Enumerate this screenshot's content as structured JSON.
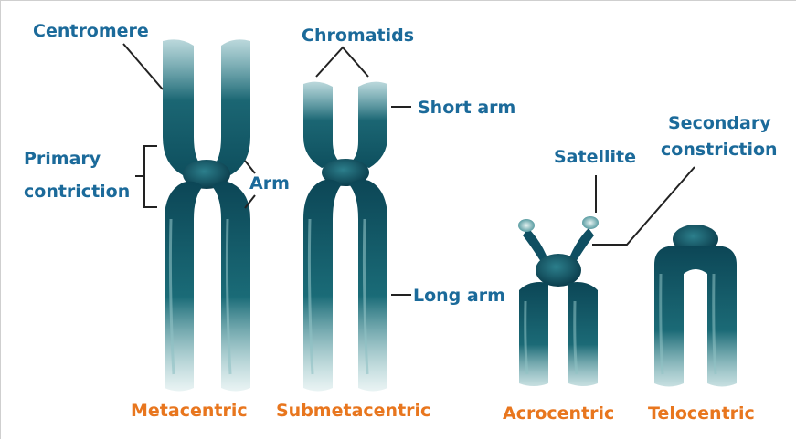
{
  "labels": {
    "centromere": "Centromere",
    "chromatids": "Chromatids",
    "short_arm": "Short arm",
    "primary_1": "Primary",
    "primary_2": "contriction",
    "arm": "Arm",
    "satellite": "Satellite",
    "secondary_1": "Secondary",
    "secondary_2": "constriction",
    "long_arm": "Long arm"
  },
  "types": {
    "metacentric": "Metacentric",
    "submetacentric": "Submetacentric",
    "acrocentric": "Acrocentric",
    "telocentric": "Telocentric"
  },
  "colors": {
    "chromosome": "#0f4f62",
    "label": "#1b6a9a",
    "type_label": "#e8761e"
  }
}
